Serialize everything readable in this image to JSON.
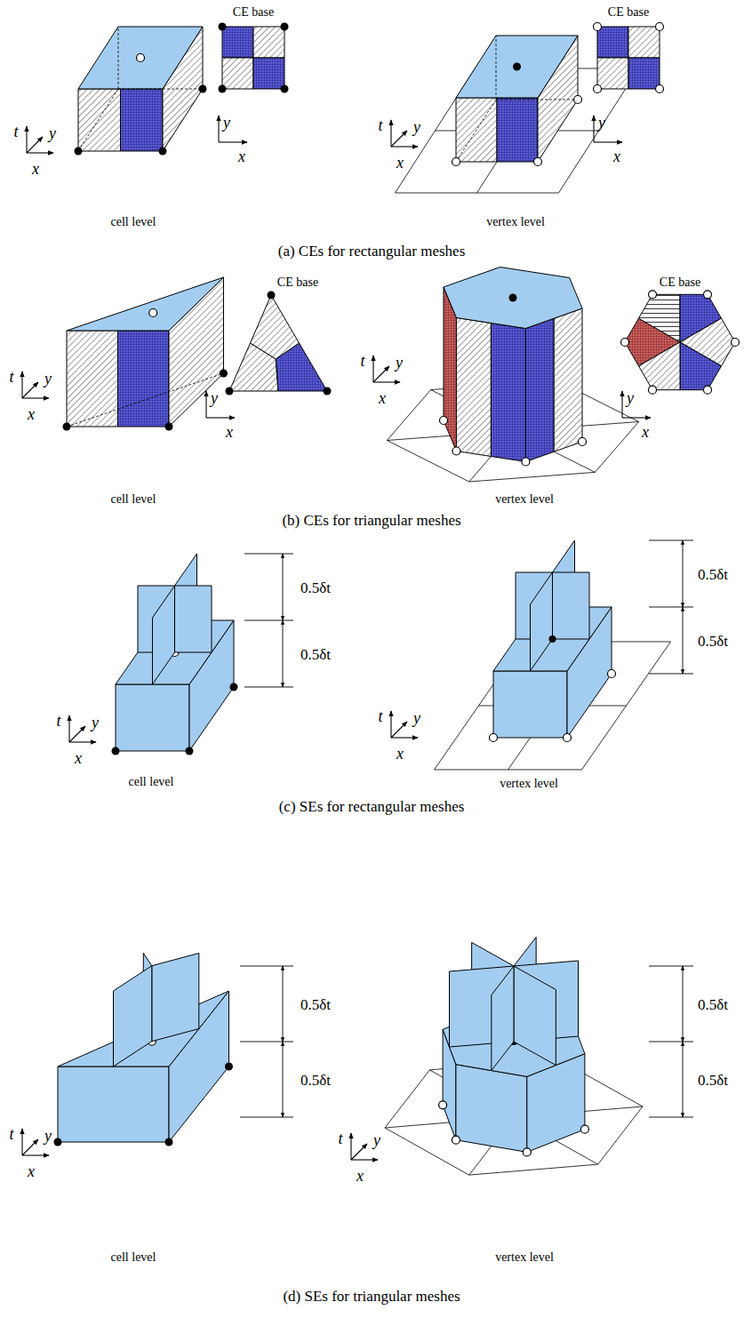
{
  "diagram": {
    "labels": [
      "t",
      "y",
      "x",
      "CE base",
      "y",
      "x",
      "cell level",
      "t",
      "y",
      "x",
      "CE base",
      "y",
      "x",
      "vertex level",
      "(a) CEs for rectangular meshes",
      "t",
      "y",
      "x",
      "CE base",
      "y",
      "x",
      "cell level",
      "t",
      "y",
      "x",
      "CE base",
      "y",
      "x",
      "vertex level",
      "(b) CEs for triangular meshes",
      "t",
      "y",
      "x",
      "0.5δt",
      "0.5δt",
      "cell level",
      "t",
      "y",
      "x",
      "0.5δt",
      "0.5δt",
      "vertex level",
      "(c) SEs for rectangular meshes",
      "t",
      "y",
      "x",
      "0.5δt",
      "0.5δt",
      "cell level",
      "t",
      "y",
      "x",
      "0.5δt",
      "0.5δt",
      "vertex level",
      "(d) SEs for triangular meshes"
    ]
  }
}
